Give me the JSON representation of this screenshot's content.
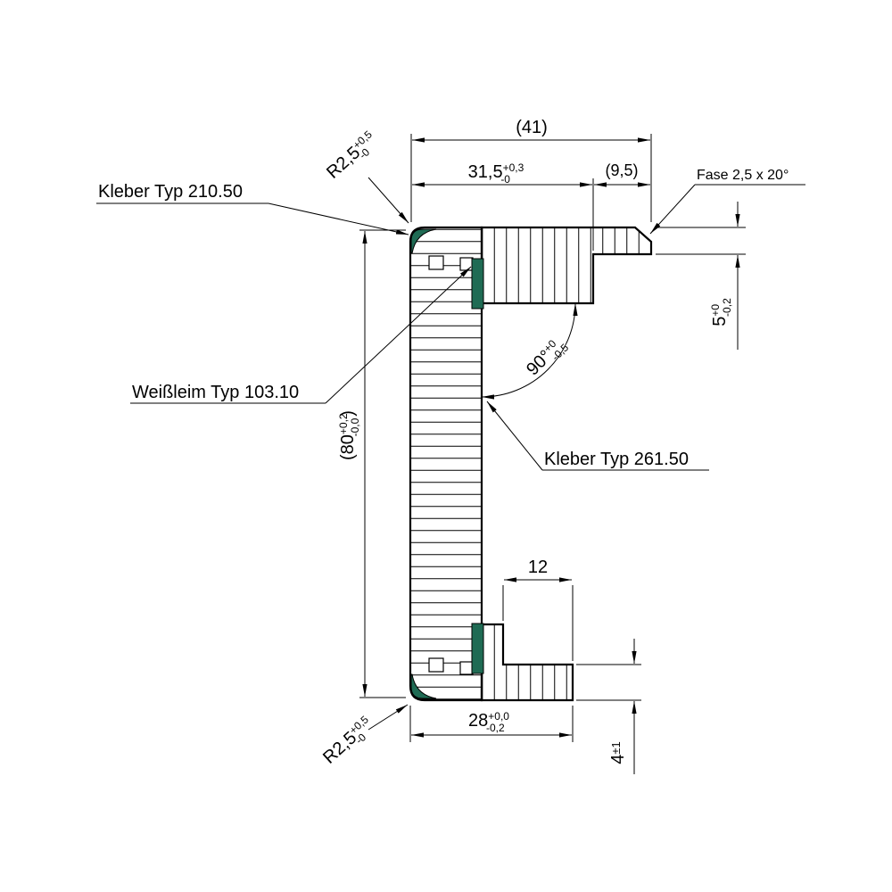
{
  "labels": {
    "kleber210": "Kleber Typ 210.50",
    "weissleim": "Weißleim Typ 103.10",
    "kleber261": "Kleber Typ 261.50"
  },
  "dims": {
    "d41": "(41)",
    "d315": {
      "v": "31,5",
      "up": "+0,3",
      "dn": "-0"
    },
    "d95": "(9,5)",
    "fase": "Fase 2,5 x 20°",
    "d5": {
      "v": "5",
      "up": "+0",
      "dn": "-0,2"
    },
    "d90": {
      "v": "90°",
      "up": "+0",
      "dn": "-0,5"
    },
    "d80": {
      "open": "(80",
      "up": "+0,2",
      "dn": "-0,0",
      "close": ")"
    },
    "d12": "12",
    "d28": {
      "v": "28",
      "up": "+0,0",
      "dn": "-0,2"
    },
    "d4": {
      "v": "4",
      "tol": "±1"
    },
    "r25top": {
      "v": "R2,5",
      "up": "+0,5",
      "dn": "-0"
    },
    "r25bot": {
      "v": "R2,5",
      "up": "+0,5",
      "dn": "-0"
    }
  },
  "colors": {
    "glue": "#1f6b54",
    "line": "#000000",
    "background": "#ffffff"
  }
}
